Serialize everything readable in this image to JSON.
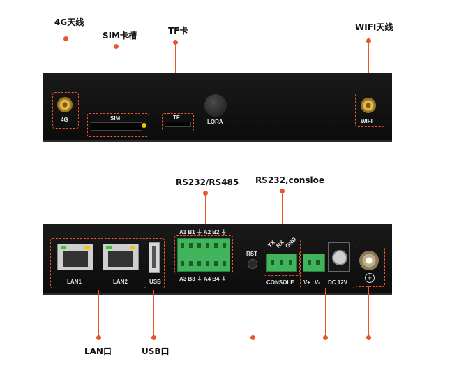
{
  "top_callouts": {
    "antenna_4g": "4G天线",
    "sim_slot": "SIM卡槽",
    "tf_slot": "TF卡",
    "wifi_antenna": "WIFI天线"
  },
  "front_panel": {
    "label_4g": "4G",
    "label_sim": "SIM",
    "label_tf": "TF",
    "label_lora": "LORA",
    "label_wifi": "WIFI"
  },
  "mid_callouts": {
    "serial_rs": "RS232/RS485",
    "serial_console": "RS232,consloe"
  },
  "rear_panel": {
    "lan1": "LAN1",
    "lan2": "LAN2",
    "usb": "USB",
    "terminal_top": "A1 B1 ⏚ A2 B2 ⏚",
    "terminal_bottom": "A3 B3 ⏚ A4 B4 ⏚",
    "rst": "RST",
    "tx": "TX",
    "rx": "RX",
    "gnd": "GND",
    "console": "CONSOLE",
    "vplus": "V+",
    "vminus": "V-",
    "dc": "DC 12V"
  },
  "bottom_callouts": {
    "lan_port": "LAN口",
    "usb_port": "USB口"
  },
  "colors": {
    "accent": "#e8562a",
    "panel": "#111111",
    "terminal_green": "#3fb45a",
    "led_yellow": "#f5c400",
    "led_green": "#37c837"
  }
}
